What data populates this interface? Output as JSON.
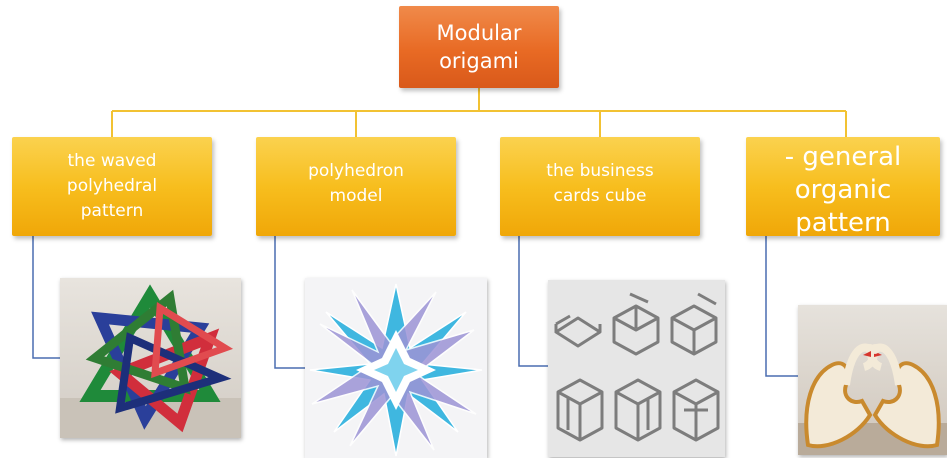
{
  "root": {
    "label": "Modular\norigami"
  },
  "nodes": [
    {
      "label": "the waved\npolyhedral\npattern",
      "image": "green-red-blue-frame-polyhedron-photo"
    },
    {
      "label": "polyhedron\nmodel",
      "image": "blue-purple-spiked-star-photo"
    },
    {
      "label": "the business\n cards cube",
      "image": "business-card-cube-sketches"
    },
    {
      "label": "- general\norganic\npattern",
      "image": "origami-swans-photo"
    }
  ],
  "colors": {
    "root_fill": "#e86a24",
    "node_fill": "#f7be1e",
    "connector_top": "#f2c233",
    "connector_side": "#4a6db0"
  }
}
